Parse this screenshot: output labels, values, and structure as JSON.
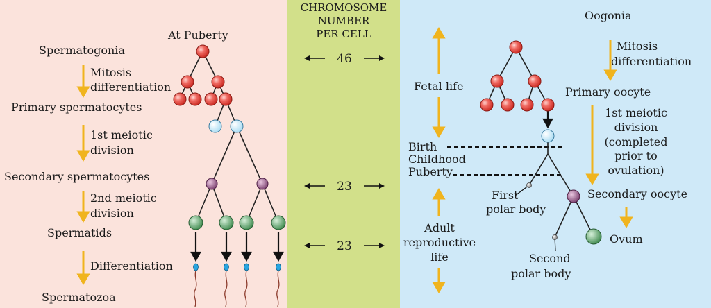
{
  "colors": {
    "left_panel": "#fbe3dc",
    "middle_panel": "#d2e08a",
    "right_panel": "#cfe9f8",
    "arrow_orange": "#f0b41e",
    "cell_red": "#e8413c",
    "cell_blue": "#d6f0fb",
    "cell_purple": "#9b5d8e",
    "cell_green": "#5da36a",
    "cell_small_gray": "#9a9a9a",
    "sperm_head": "#2aa5e0",
    "sperm_tail": "#8b3a2b"
  },
  "middle": {
    "header_line1": "CHROMOSOME",
    "header_line2": "NUMBER",
    "header_line3": "PER CELL",
    "count_1": "46",
    "count_2": "23",
    "count_3": "23"
  },
  "spermatogenesis": {
    "at_puberty": "At Puberty",
    "spermatogonia": "Spermatogonia",
    "mitosis": "Mitosis",
    "differentiation_1": "differentiation",
    "primary_spermatocytes": "Primary spermatocytes",
    "first_meiotic_1": "1st meiotic",
    "first_meiotic_2": "division",
    "secondary_spermatocytes": "Secondary spermatocytes",
    "second_meiotic_1": "2nd meiotic",
    "second_meiotic_2": "division",
    "spermatids": "Spermatids",
    "differentiation_2": "Differentiation",
    "spermatozoa": "Spermatozoa"
  },
  "oogenesis": {
    "oogonia": "Oogonia",
    "mitosis": "Mitosis",
    "differentiation": "differentiation",
    "fetal_life": "Fetal life",
    "primary_oocyte": "Primary oocyte",
    "first_meiotic_1": "1st meiotic",
    "first_meiotic_2": "division",
    "first_meiotic_3": "(completed",
    "first_meiotic_4": "prior to",
    "first_meiotic_5": "ovulation)",
    "birth": "Birth",
    "childhood": "Childhood",
    "puberty": "Puberty",
    "first_polar_1": "First",
    "first_polar_2": "polar body",
    "secondary_oocyte": "Secondary oocyte",
    "adult_1": "Adult",
    "adult_2": "reproductive",
    "adult_3": "life",
    "ovum": "Ovum",
    "second_polar_1": "Second",
    "second_polar_2": "polar body"
  }
}
